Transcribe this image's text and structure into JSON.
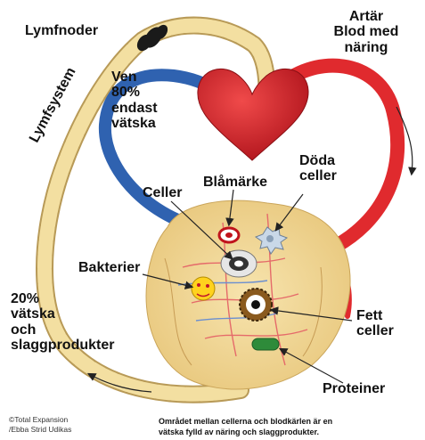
{
  "labels": {
    "lymfnoder": "Lymfnoder",
    "artar_blod": "Artär\nBlod med näring",
    "lymfsystem": "Lymfsystem",
    "ven": "Ven\n80%\nendast\nvätska",
    "celler": "Celler",
    "blamarke": "Blåmärke",
    "doda_celler": "Döda\nceller",
    "bakterier": "Bakterier",
    "percent_lymph": "20%\nvätska\noch\nslaggprodukter",
    "fett_celler": "Fett\nceller",
    "proteiner": "Proteiner"
  },
  "footer": {
    "credit": "©Total Expansion\n/Ebba Strid Udikas",
    "caption": "Området mellan cellerna och blodkärlen är en\nvätska fylld av näring och slaggprodukter."
  },
  "colors": {
    "heart": "#d2202a",
    "artery": "#e02a2e",
    "vein": "#2f62b0",
    "lymph": "#f3dfa1",
    "lymph_outline": "#b89a57",
    "tissue": "#f2d99a",
    "fat": "#5a3a12",
    "protein": "#2e8b3a"
  }
}
